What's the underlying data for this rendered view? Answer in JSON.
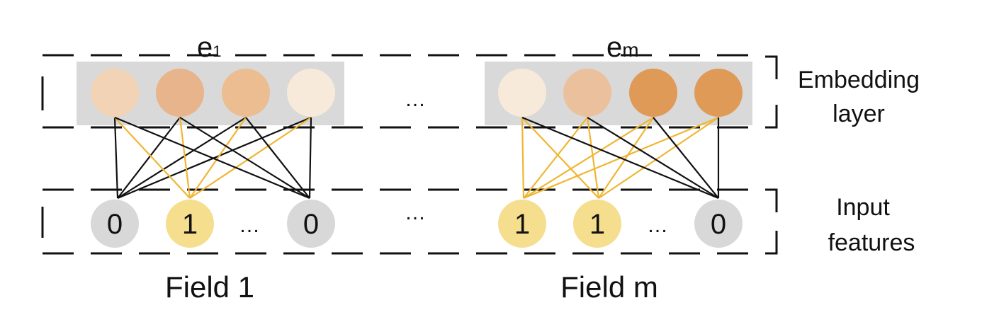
{
  "embedding_labels": {
    "field1": {
      "main": "e",
      "sub": "1"
    },
    "fieldm": {
      "main": "e",
      "sub": "m"
    }
  },
  "right_labels": {
    "embedding": [
      "Embedding",
      "layer"
    ],
    "input": [
      "Input",
      "features"
    ]
  },
  "field_labels": [
    "Field 1",
    "Field m"
  ],
  "ellipsis": "…",
  "field1": {
    "embedding_colors": [
      "#f3d3b5",
      "#e8b48b",
      "#ebbd91",
      "#f7eadb"
    ],
    "inputs": [
      {
        "value": "0",
        "color": "#d8d8d8"
      },
      {
        "value": "1",
        "color": "#f6de8f"
      },
      {
        "value": "0",
        "color": "#d8d8d8"
      }
    ]
  },
  "fieldm": {
    "embedding_colors": [
      "#f7eadb",
      "#ebc19d",
      "#e09a57",
      "#e09a57"
    ],
    "inputs": [
      {
        "value": "1",
        "color": "#f6de8f"
      },
      {
        "value": "1",
        "color": "#f6de8f"
      },
      {
        "value": "0",
        "color": "#d8d8d8"
      }
    ]
  },
  "colors": {
    "embedding_box": "#d9d9d9",
    "edge_active": "#f0b632",
    "edge_inactive": "#111111"
  }
}
